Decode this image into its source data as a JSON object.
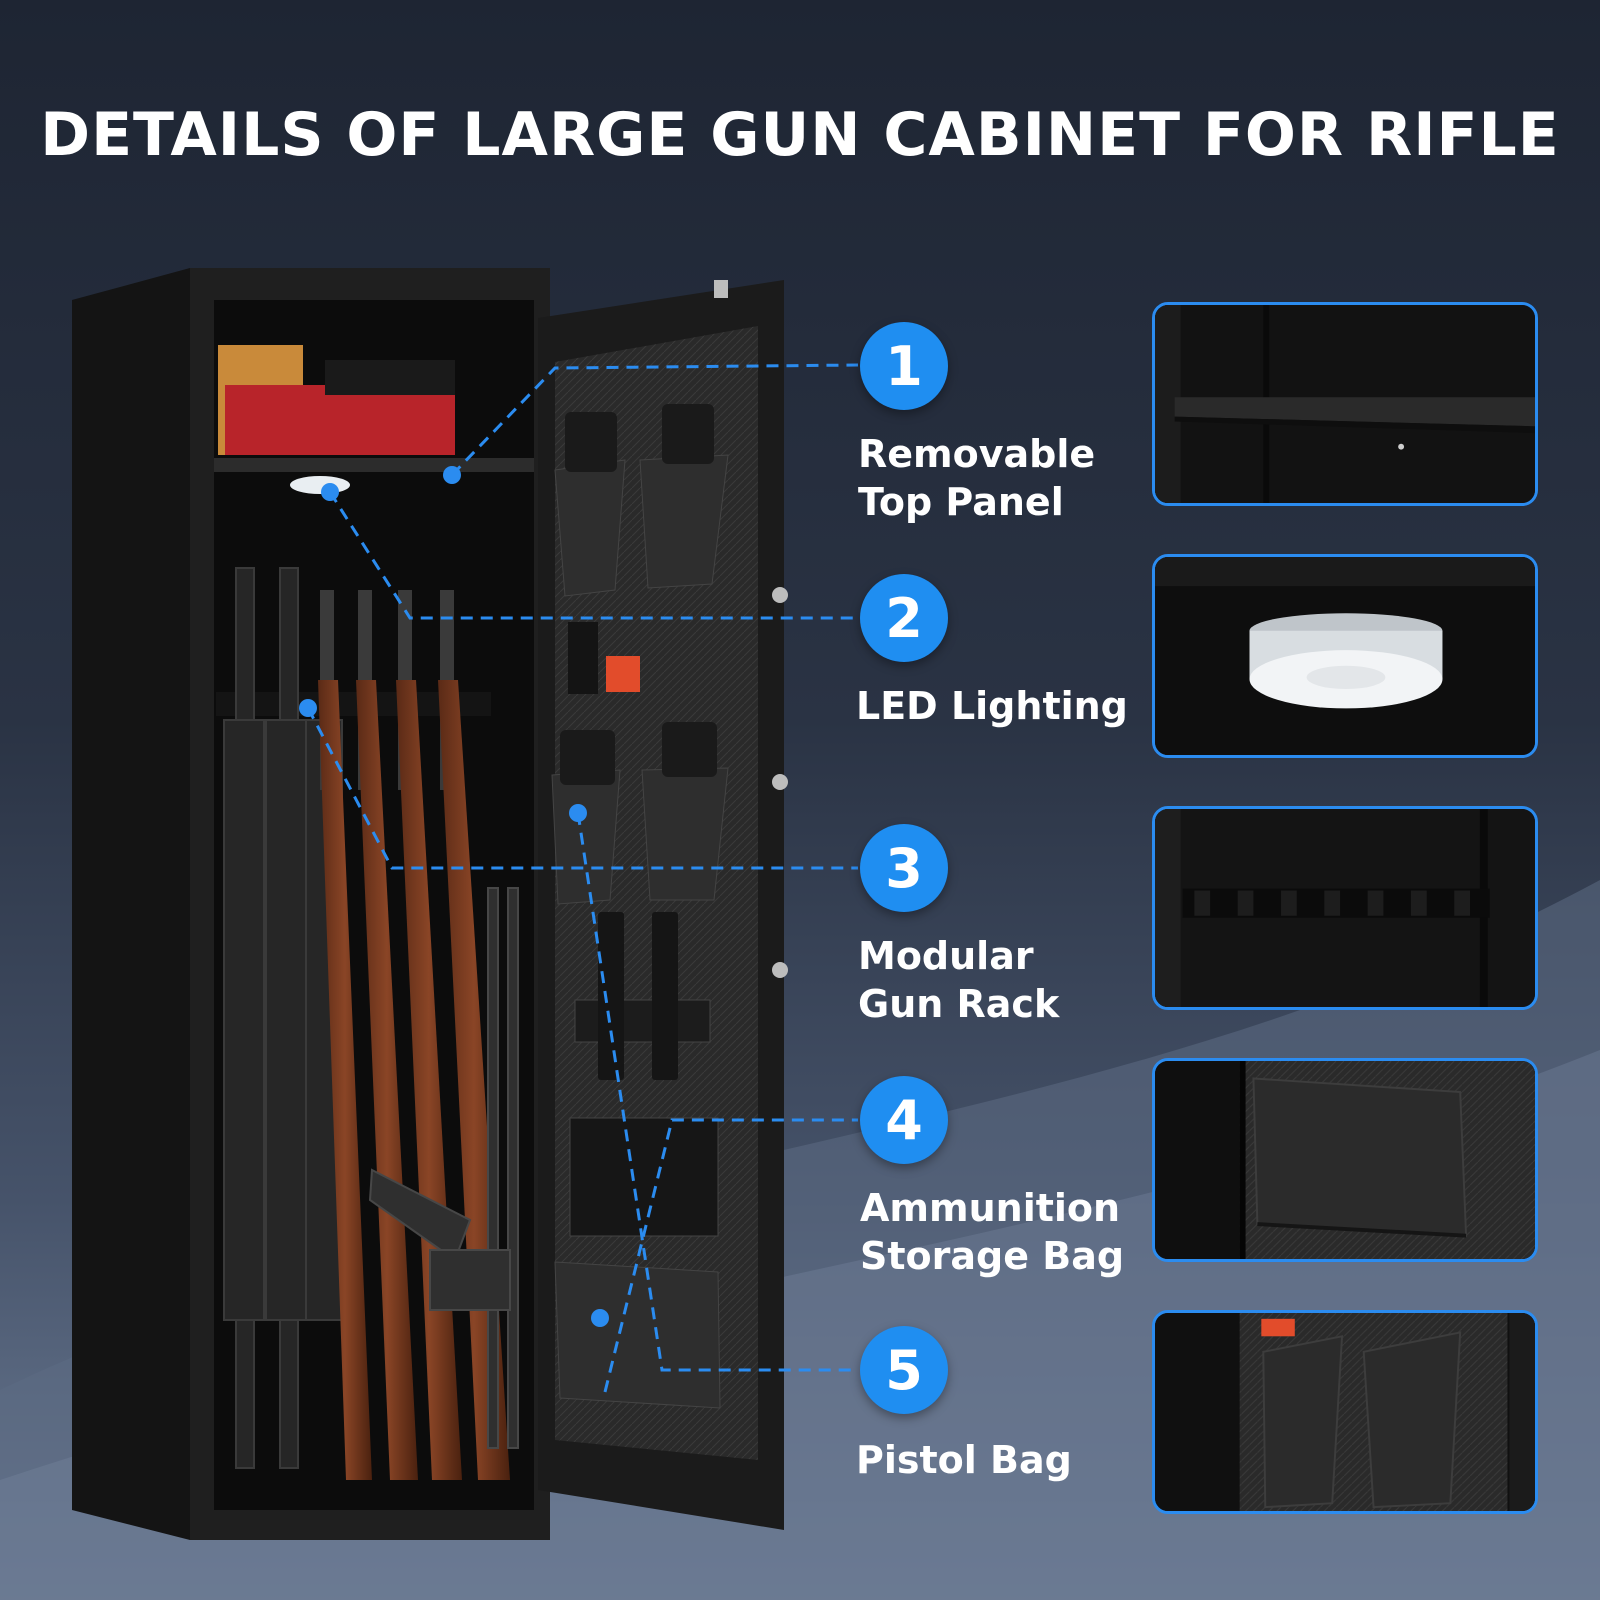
{
  "title": "DETAILS OF LARGE GUN CABINET FOR RIFLE",
  "features": [
    {
      "number": "1",
      "label_line1": "Removable",
      "label_line2": "Top Panel"
    },
    {
      "number": "2",
      "label_line1": "LED Lighting",
      "label_line2": ""
    },
    {
      "number": "3",
      "label_line1": "Modular",
      "label_line2": "Gun Rack"
    },
    {
      "number": "4",
      "label_line1": "Ammunition",
      "label_line2": "Storage Bag"
    },
    {
      "number": "5",
      "label_line1": "Pistol Bag",
      "label_line2": ""
    }
  ],
  "colors": {
    "accent": "#1f8ef1",
    "background_top": "#1e2533",
    "cabinet": "#1c1c1c"
  }
}
